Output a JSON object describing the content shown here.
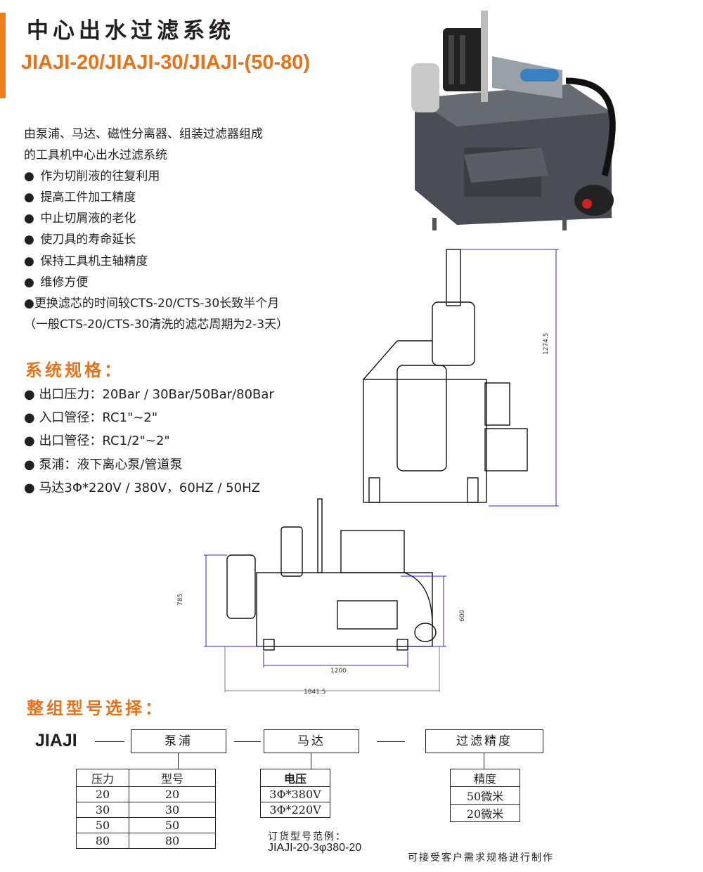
{
  "header": {
    "title_cn": "中心出水过滤系统",
    "title_model": "JIAJI-20/JIAJI-30/JIAJI-(50-80)"
  },
  "intro": {
    "line1": "由泵浦、马达、磁性分离器、组装过滤器组成",
    "line2": "的工具机中心出水过滤系统"
  },
  "features": [
    "作为切削液的往复利用",
    "提高工件加工精度",
    "中止切屑液的老化",
    "使刀具的寿命延长",
    "保持工具机主轴精度",
    "维修方便",
    "更换滤芯的时间较CTS-20/CTS-30长致半个月",
    "（一般CTS-20/CTS-30清洗的滤芯周期为2-3天）"
  ],
  "specs": {
    "heading": "系统规格：",
    "items": [
      "出口压力：20Bar / 30Bar/50Bar/80Bar",
      "入口管径：RC1\"~2\"",
      "出口管径：RC1/2\"~2\"",
      "泵浦：液下离心泵/管道泵",
      "马达3Φ*220V / 380V，60HZ / 50HZ"
    ]
  },
  "drawing_dims": {
    "height_front": "1274.5",
    "height_side": "785",
    "height_tank": "600",
    "width_tank": "1200",
    "width_total": "1841.5"
  },
  "selection": {
    "heading": "整组型号选择：",
    "brand": "JIAJI",
    "box_pump": "泵浦",
    "box_motor": "马达",
    "box_filter": "过滤精度",
    "pump_table": {
      "headers": [
        "压力",
        "型号"
      ],
      "rows": [
        [
          "20",
          "20"
        ],
        [
          "30",
          "30"
        ],
        [
          "50",
          "50"
        ],
        [
          "80",
          "80"
        ]
      ]
    },
    "motor_table": {
      "header": "电压",
      "rows": [
        "3Φ*380V",
        "3Φ*220V"
      ]
    },
    "filter_table": {
      "header": "精度",
      "rows": [
        "50微米",
        "20微米"
      ]
    },
    "example_label": "订货型号范例：",
    "example_value": "JIAJI-20-3φ380-20",
    "custom_note": "可接受客户需求规格进行制作"
  },
  "colors": {
    "accent": "#ee7d1a",
    "text": "#231f20",
    "dimension_blue": "#2b2bd1",
    "machine_gray": "#4a4d55"
  }
}
